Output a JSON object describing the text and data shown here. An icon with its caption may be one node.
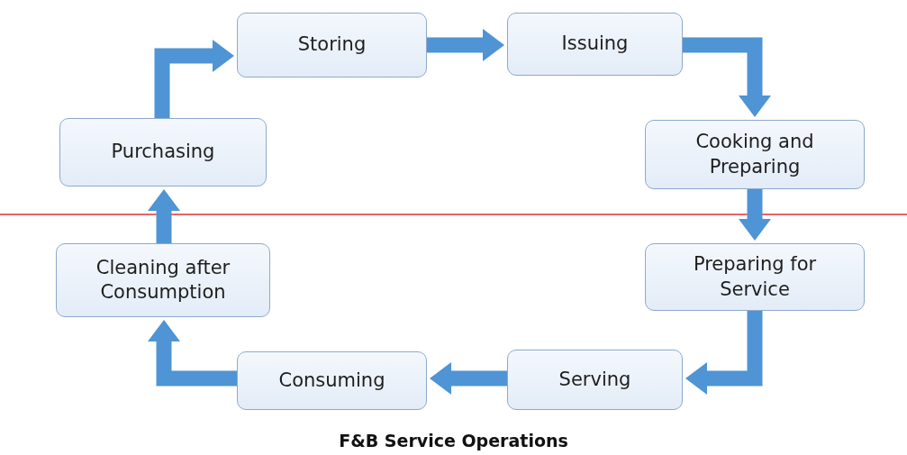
{
  "diagram": {
    "caption": "F&B Service Operations",
    "nodes": [
      {
        "text": [
          "Purchasing"
        ]
      },
      {
        "text": [
          "Storing"
        ]
      },
      {
        "text": [
          "Issuing"
        ]
      },
      {
        "text": [
          "Cooking and Preparing"
        ]
      },
      {
        "text": [
          "Preparing for Service"
        ]
      },
      {
        "text": [
          "Serving"
        ]
      },
      {
        "text": [
          "Consuming"
        ]
      },
      {
        "text": [
          "Cleaning after Consumption"
        ]
      }
    ],
    "edges": [
      {
        "from": 0,
        "to": 1,
        "arrow": "to"
      },
      {
        "from": 1,
        "to": 2,
        "arrow": "to"
      },
      {
        "from": 2,
        "to": 3,
        "arrow": "to"
      },
      {
        "from": 3,
        "to": 4,
        "arrow": "to"
      },
      {
        "from": 4,
        "to": 5,
        "arrow": "to"
      },
      {
        "from": 5,
        "to": 6,
        "arrow": "to"
      },
      {
        "from": 6,
        "to": 7,
        "arrow": "to"
      },
      {
        "from": 7,
        "to": 0,
        "arrow": "to"
      }
    ]
  }
}
